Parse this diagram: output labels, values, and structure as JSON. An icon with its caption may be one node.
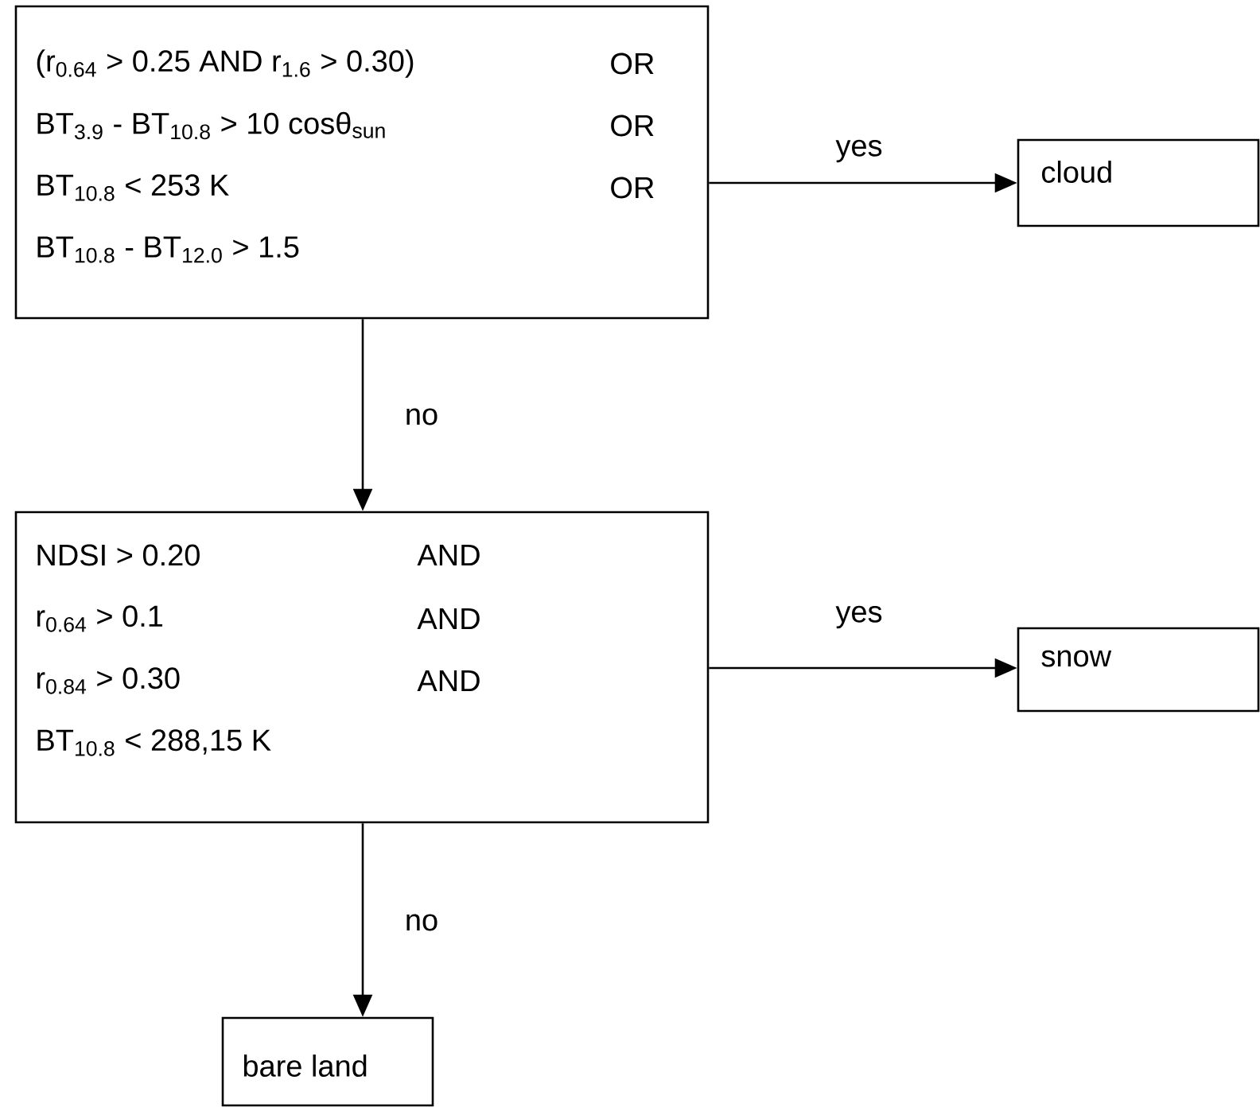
{
  "diagram": {
    "nodes": [
      {
        "text": [
          "(r$_{0.64}$ > 0.25 AND r$_{1.6}$ > 0.30)",
          "OR",
          "BT$_{3.9}$ - BT$_{10.8}$ > 10 cosθ$_{sun}$",
          "OR",
          "BT$_{10.8}$ < 253 K",
          "OR",
          "BT$_{10.8}$ - BT$_{12.0}$ > 1.5"
        ]
      },
      {
        "text": [
          "cloud"
        ]
      },
      {
        "text": [
          "NDSI > 0.20",
          "AND",
          "r$_{0.64}$ > 0.1",
          "AND",
          "r$_{0.84}$ > 0.30",
          "AND",
          "BT$_{10.8}$ < 288,15 K"
        ]
      },
      {
        "text": [
          "snow"
        ]
      },
      {
        "text": [
          "bare land"
        ]
      }
    ],
    "edges": [
      {
        "from": 0,
        "to": 1,
        "arrow": "to",
        "label": "yes"
      },
      {
        "from": 0,
        "to": 2,
        "arrow": "to",
        "label": "no"
      },
      {
        "from": 2,
        "to": 3,
        "arrow": "to",
        "label": "yes"
      },
      {
        "from": 2,
        "to": 4,
        "arrow": "to",
        "label": "no"
      }
    ]
  }
}
